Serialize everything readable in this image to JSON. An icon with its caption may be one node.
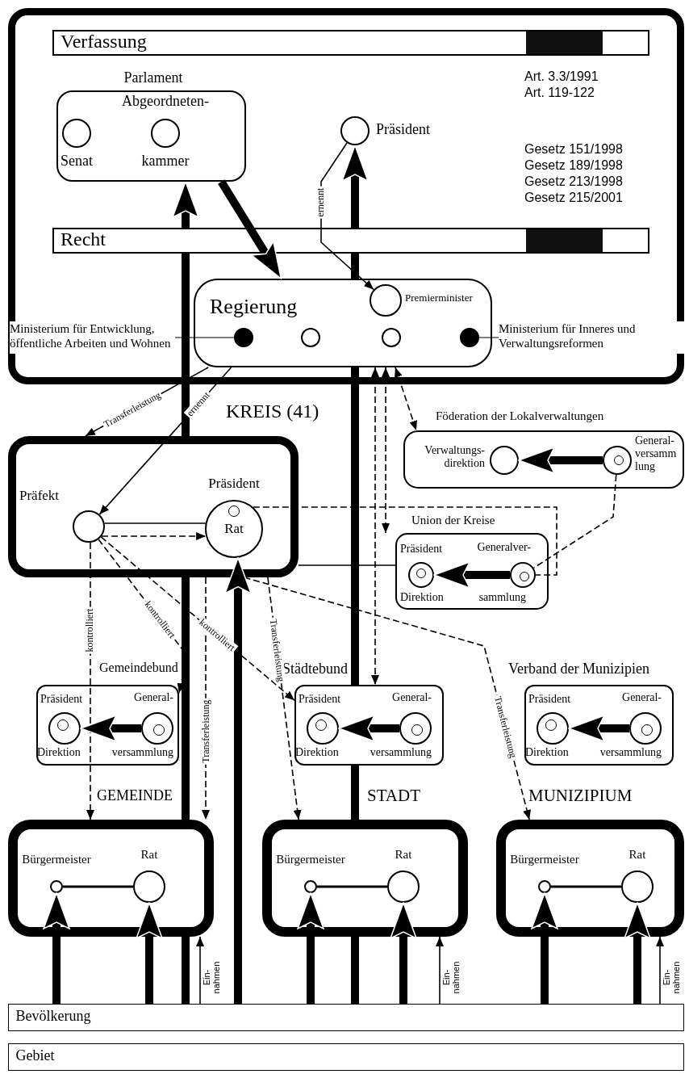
{
  "diagram": {
    "nodes": [
      {
        "text": [],
        "shape": "box"
      },
      {
        "text": [
          "Verfassung"
        ],
        "in": 0
      },
      {
        "text": [
          "Parlament"
        ],
        "in": 0
      },
      {
        "text": [
          "Senat"
        ],
        "in": 2
      },
      {
        "text": [
          "Abgeordneten-",
          "kammer"
        ],
        "in": 2
      },
      {
        "text": [
          "Präsident"
        ],
        "in": 0
      },
      {
        "text": [
          "Recht"
        ],
        "in": 0
      },
      {
        "text": [
          "Regierung"
        ],
        "in": 0
      },
      {
        "text": [
          "Premierminister"
        ],
        "in": 7
      },
      {
        "text": [],
        "shape": "circle",
        "in": 7
      },
      {
        "text": [],
        "shape": "circle",
        "in": 7
      },
      {
        "text": [],
        "shape": "circle",
        "in": 7
      },
      {
        "text": [],
        "shape": "circle",
        "in": 7
      },
      {
        "text": [
          "Ministerium für Entwicklung, öffentliche Arbeiten und Wohnen"
        ],
        "in": 0
      },
      {
        "text": [
          "Ministerium für Inneres und Verwaltungsreformen"
        ],
        "in": 0
      },
      {
        "text": [
          "KREIS (41)"
        ]
      },
      {
        "text": [
          "Präfekt"
        ],
        "in": 15
      },
      {
        "text": [
          "Präsident",
          "Rat"
        ],
        "in": 15
      },
      {
        "text": [
          "Föderation der Lokalverwaltungen"
        ]
      },
      {
        "text": [
          "Verwaltungs- direktion"
        ],
        "in": 18
      },
      {
        "text": [
          "General- versamm lung"
        ],
        "in": 18
      },
      {
        "text": [
          "Union der Kreise"
        ]
      },
      {
        "text": [
          "Präsident",
          "Direktion"
        ],
        "in": 21
      },
      {
        "text": [
          "Generalver-",
          "sammlung"
        ],
        "in": 21
      },
      {
        "text": [
          "Gemeindebund"
        ]
      },
      {
        "text": [
          "Präsident",
          "Direktion"
        ],
        "in": 24
      },
      {
        "text": [
          "General-",
          "versammlung"
        ],
        "in": 24
      },
      {
        "text": [
          "Städtebund"
        ]
      },
      {
        "text": [
          "Präsident",
          "Direktion"
        ],
        "in": 27
      },
      {
        "text": [
          "General-",
          "versammlung"
        ],
        "in": 27
      },
      {
        "text": [
          "Verband der Munizipien"
        ]
      },
      {
        "text": [
          "Präsident",
          "Direktion"
        ],
        "in": 30
      },
      {
        "text": [
          "General-",
          "versammlung"
        ],
        "in": 30
      },
      {
        "text": [
          "GEMEINDE"
        ]
      },
      {
        "text": [
          "Bürgermeister"
        ],
        "in": 33
      },
      {
        "text": [
          "Rat"
        ],
        "in": 33
      },
      {
        "text": [
          "STADT"
        ]
      },
      {
        "text": [
          "Bürgermeister"
        ],
        "in": 36
      },
      {
        "text": [
          "Rat"
        ],
        "in": 36
      },
      {
        "text": [
          "MUNIZIPIUM"
        ]
      },
      {
        "text": [
          "Bürgermeister"
        ],
        "in": 39
      },
      {
        "text": [
          "Rat"
        ],
        "in": 39
      },
      {
        "text": [
          "Bevölkerung"
        ]
      },
      {
        "text": [
          "Gebiet"
        ]
      },
      {
        "text": [],
        "shape": "bar",
        "in": 1
      },
      {
        "text": [],
        "shape": "bar",
        "in": 6
      }
    ],
    "edges": [
      {
        "from": 2,
        "to": 7,
        "arrow": "to",
        "style": "thick"
      },
      {
        "from": 42,
        "to": 2,
        "arrow": "to",
        "style": "thick"
      },
      {
        "from": 42,
        "to": 5,
        "arrow": "to",
        "style": "thick"
      },
      {
        "from": 42,
        "to": 17,
        "arrow": "to",
        "style": "thick"
      },
      {
        "from": 42,
        "to": 34,
        "arrow": "to",
        "style": "thick"
      },
      {
        "from": 42,
        "to": 35,
        "arrow": "to",
        "style": "thick"
      },
      {
        "from": 42,
        "to": 37,
        "arrow": "to",
        "style": "thick"
      },
      {
        "from": 42,
        "to": 38,
        "arrow": "to",
        "style": "thick"
      },
      {
        "from": 42,
        "to": 40,
        "arrow": "to",
        "style": "thick"
      },
      {
        "from": 42,
        "to": 41,
        "arrow": "to",
        "style": "thick"
      },
      {
        "from": 42,
        "to": 33,
        "arrow": "to",
        "label": "Ein- nahmen"
      },
      {
        "from": 42,
        "to": 36,
        "arrow": "to",
        "label": "Ein- nahmen"
      },
      {
        "from": 42,
        "to": 39,
        "arrow": "to",
        "label": "Ein- nahmen"
      },
      {
        "from": 5,
        "to": 8,
        "arrow": "to",
        "label": "ernennt"
      },
      {
        "from": 7,
        "to": 16,
        "arrow": "to",
        "label": "ernennt"
      },
      {
        "from": 7,
        "to": 15,
        "arrow": "to",
        "label": "Transferleistung"
      },
      {
        "from": 16,
        "to": 17,
        "arrow": "to",
        "style": "dashed"
      },
      {
        "from": 16,
        "to": 17,
        "arrow": "none"
      },
      {
        "from": 16,
        "to": 33,
        "arrow": "to",
        "style": "dashed",
        "label": "kontrolliert"
      },
      {
        "from": 16,
        "to": 24,
        "arrow": "to",
        "style": "dashed",
        "label": "kontrolliert"
      },
      {
        "from": 16,
        "to": 27,
        "arrow": "to",
        "style": "dashed",
        "label": "kontrolliert"
      },
      {
        "from": 15,
        "to": 39,
        "arrow": "to",
        "style": "dashed",
        "label": "Transferleistung"
      },
      {
        "from": 15,
        "to": 36,
        "arrow": "to",
        "style": "dashed",
        "label": "Transferleistung"
      },
      {
        "from": 15,
        "to": 33,
        "arrow": "to",
        "style": "dashed",
        "label": "Transferleistung"
      },
      {
        "from": 7,
        "to": 18,
        "arrow": "both",
        "style": "dashed"
      },
      {
        "from": 7,
        "to": 21,
        "arrow": "both",
        "style": "dashed"
      },
      {
        "from": 7,
        "to": 27,
        "arrow": "both",
        "style": "dashed"
      },
      {
        "from": 20,
        "to": 19,
        "arrow": "to",
        "style": "thick"
      },
      {
        "from": 23,
        "to": 22,
        "arrow": "to",
        "style": "thick"
      },
      {
        "from": 26,
        "to": 25,
        "arrow": "to",
        "style": "thick"
      },
      {
        "from": 29,
        "to": 28,
        "arrow": "to",
        "style": "thick"
      },
      {
        "from": 32,
        "to": 31,
        "arrow": "to",
        "style": "thick"
      },
      {
        "from": 34,
        "to": 35,
        "arrow": "none"
      },
      {
        "from": 37,
        "to": 38,
        "arrow": "none"
      },
      {
        "from": 40,
        "to": 41,
        "arrow": "none"
      },
      {
        "from": 17,
        "to": 23,
        "arrow": "none",
        "style": "dashed"
      },
      {
        "from": 15,
        "to": 21,
        "arrow": "none"
      },
      {
        "from": 20,
        "to": 23,
        "arrow": "none",
        "style": "dashed"
      },
      {
        "from": 13,
        "to": 9,
        "arrow": "none"
      },
      {
        "from": 14,
        "to": 12,
        "arrow": "none"
      }
    ],
    "labels": [
      "Art. 3.3/1991",
      "Art. 119-122",
      "Gesetz 151/1998",
      "Gesetz 189/1998",
      "Gesetz 213/1998",
      "Gesetz 215/2001"
    ]
  }
}
